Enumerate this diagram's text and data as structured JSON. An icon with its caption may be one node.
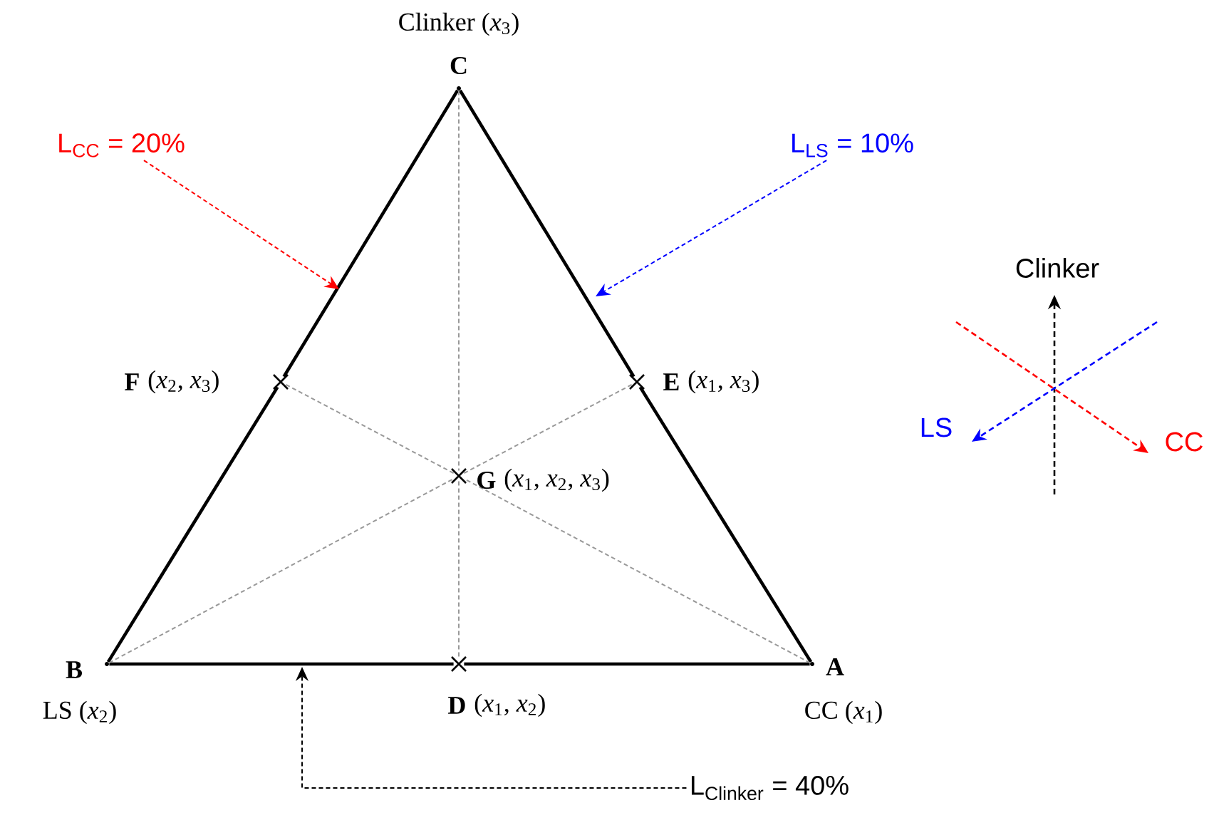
{
  "diagram": {
    "nodes": [
      {
        "text": [],
        "shape": "vertex",
        "beside": [
          "C",
          "Clinker (*x*$_{3}$)"
        ]
      },
      {
        "text": [],
        "shape": "vertex",
        "beside": [
          "B",
          "LS (*x*$_{2}$)"
        ]
      },
      {
        "text": [],
        "shape": "vertex",
        "beside": [
          "A",
          "CC (*x*$_{1}$)"
        ]
      },
      {
        "text": [],
        "shape": "cross",
        "beside": [
          "D",
          "(*x*$_{1}$, *x*$_{2}$)"
        ]
      },
      {
        "text": [],
        "shape": "cross",
        "beside": [
          "E",
          "(*x*$_{1}$, *x*$_{3}$)"
        ]
      },
      {
        "text": [],
        "shape": "cross",
        "beside": [
          "F",
          "(*x*$_{2}$, *x*$_{3}$)"
        ]
      },
      {
        "text": [],
        "shape": "cross",
        "beside": [
          "G",
          "(*x*$_{1}$, *x*$_{2}$, *x*$_{3}$)"
        ]
      },
      {
        "text": [
          "L$_{CC}$ = 20%"
        ]
      },
      {
        "text": [
          "L$_{LS}$ = 10%"
        ]
      },
      {
        "text": [
          "L$_{Clinker}$ = 40%"
        ]
      }
    ],
    "edges": [
      {
        "from": 1,
        "to": 5,
        "arrow": "none"
      },
      {
        "from": 5,
        "to": 0,
        "arrow": "none"
      },
      {
        "from": 0,
        "to": 4,
        "arrow": "none"
      },
      {
        "from": 4,
        "to": 2,
        "arrow": "none"
      },
      {
        "from": 1,
        "to": 3,
        "arrow": "none"
      },
      {
        "from": 3,
        "to": 2,
        "arrow": "none"
      },
      {
        "from": 0,
        "to": 6,
        "arrow": "none",
        "style": "dashed",
        "color": "#999999"
      },
      {
        "from": 6,
        "to": 3,
        "arrow": "none",
        "style": "dashed",
        "color": "#999999"
      },
      {
        "from": 1,
        "to": 6,
        "arrow": "none",
        "style": "dashed",
        "color": "#999999"
      },
      {
        "from": 6,
        "to": 4,
        "arrow": "none",
        "style": "dashed",
        "color": "#999999"
      },
      {
        "from": 2,
        "to": 6,
        "arrow": "none",
        "style": "dashed",
        "color": "#999999"
      },
      {
        "from": 6,
        "to": 5,
        "arrow": "none",
        "style": "dashed",
        "color": "#999999"
      },
      {
        "from": 7,
        "to": null,
        "arrow": "to",
        "style": "dashed",
        "color": "#ff0000"
      },
      {
        "from": 8,
        "to": null,
        "arrow": "to",
        "style": "dashed",
        "color": "#0000ff"
      },
      {
        "from": 9,
        "to": null,
        "arrow": "to",
        "style": "dashed",
        "color": "#000000"
      }
    ],
    "labels": [
      "Clinker",
      "LS",
      "CC"
    ]
  }
}
